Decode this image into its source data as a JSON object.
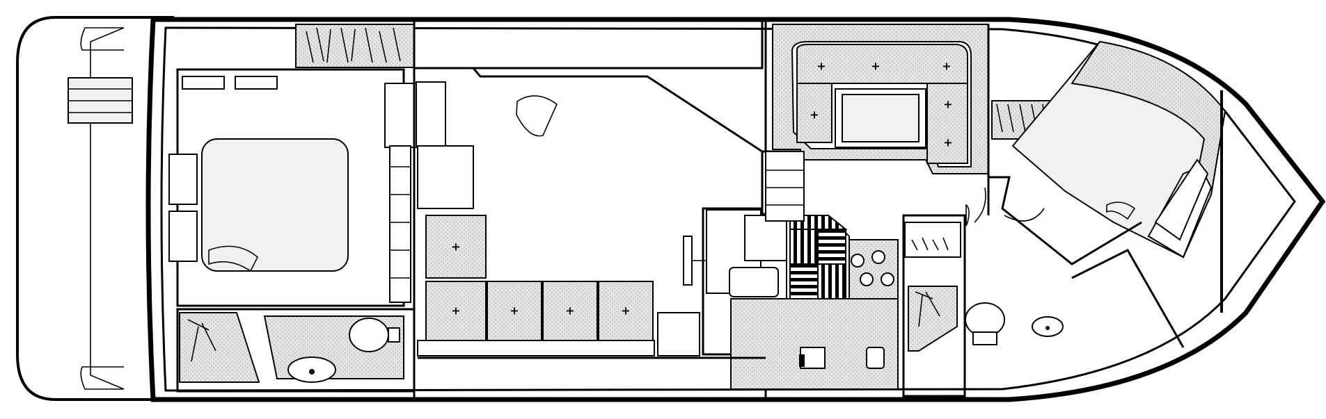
{
  "diagram": {
    "kind": "boat-deck-plan",
    "orientation": "bow-right",
    "colors": {
      "line": "#000000",
      "shade": "#d9d9d9",
      "background": "#ffffff"
    },
    "areas": [
      {
        "id": "aft-stateroom",
        "feature": "double-berth"
      },
      {
        "id": "aft-head",
        "feature": "shower-toilet-sink"
      },
      {
        "id": "salon",
        "feature": "l-shaped-settee-table"
      },
      {
        "id": "helm",
        "feature": "helm-seat"
      },
      {
        "id": "galley",
        "feature": "stove-sink"
      },
      {
        "id": "forward-head",
        "feature": "shower-toilet"
      },
      {
        "id": "forward-stateroom",
        "feature": "v-berth"
      }
    ],
    "markers": {
      "cushion_cross": "+"
    }
  }
}
